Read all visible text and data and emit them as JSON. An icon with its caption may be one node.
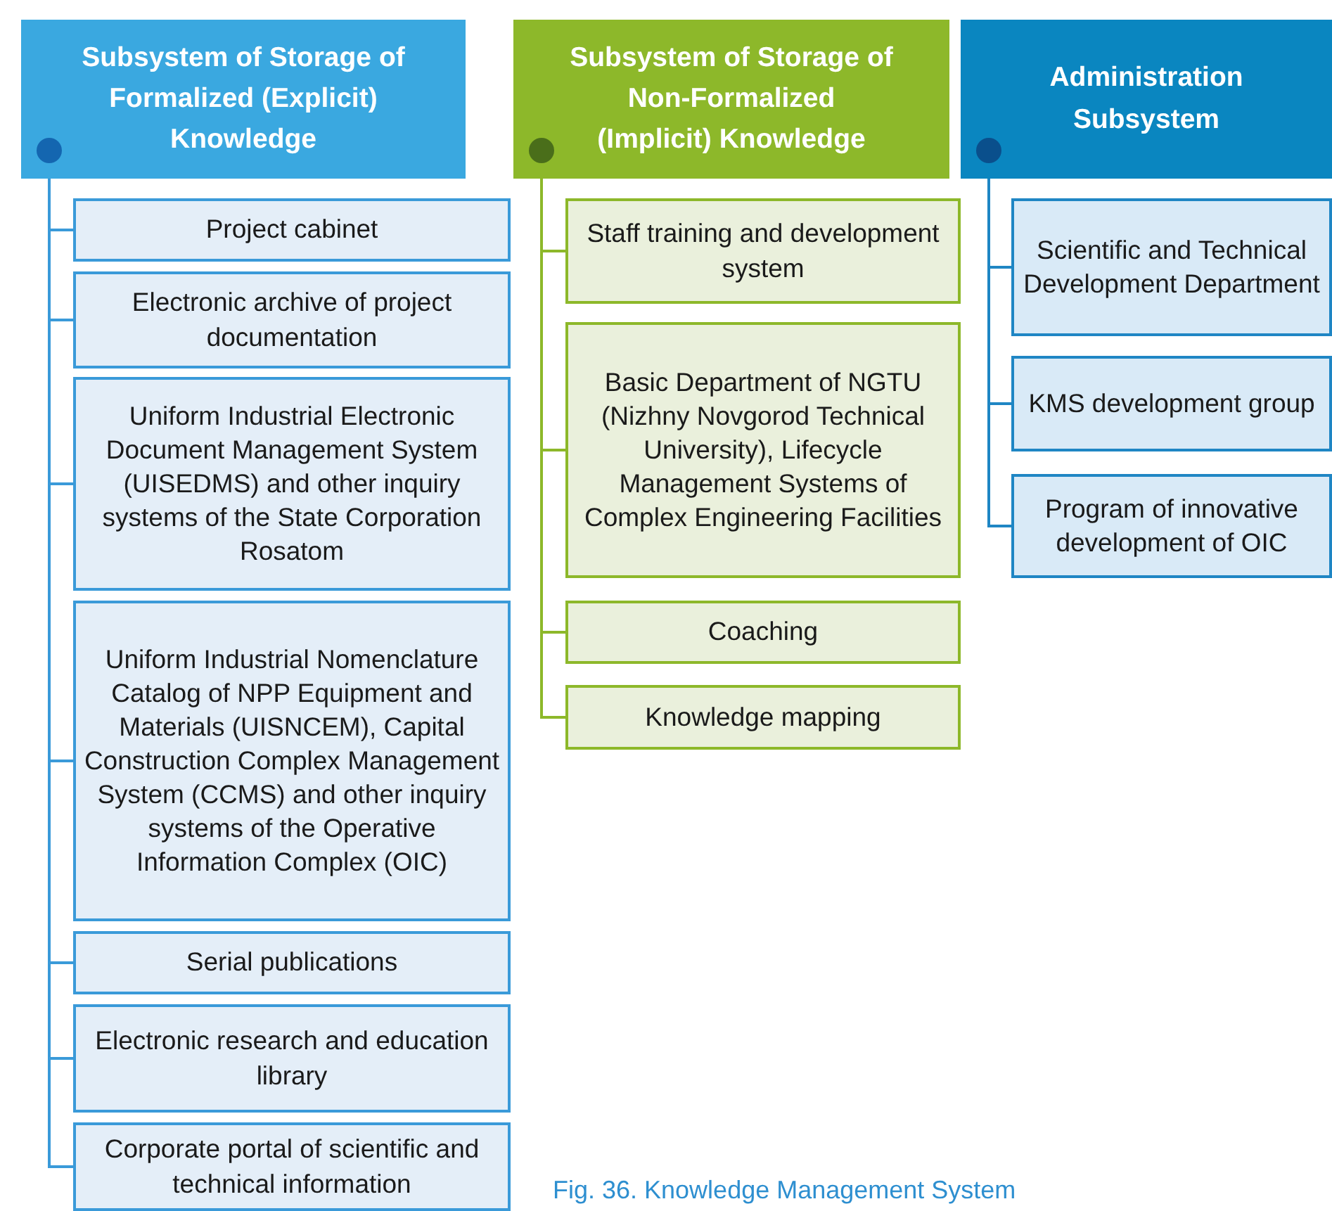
{
  "diagram": {
    "caption": "Fig. 36. Knowledge Management System",
    "nodes": [
      {
        "text": [
          "Subsystem of Storage of Formalized (Explicit) Knowledge"
        ]
      },
      {
        "text": [
          "Project cabinet"
        ]
      },
      {
        "text": [
          "Electronic archive of project documentation"
        ]
      },
      {
        "text": [
          "Uniform Industrial Electronic Document Management System (UISEDMS) and other inquiry systems of the State Corporation Rosatom"
        ]
      },
      {
        "text": [
          "Uniform Industrial Nomenclature Catalog of NPP Equipment and Materials (UISNCEM), Capital Construction Complex Management System (CCMS) and other inquiry systems of the Operative Information Complex (OIC)"
        ]
      },
      {
        "text": [
          "Serial publications"
        ]
      },
      {
        "text": [
          "Electronic research and education library"
        ]
      },
      {
        "text": [
          "Corporate portal of scientific and technical information"
        ]
      },
      {
        "text": [
          "Subsystem of Storage of Non-Formalized (Implicit) Knowledge"
        ]
      },
      {
        "text": [
          "Staff training and development system"
        ]
      },
      {
        "text": [
          "Basic Department of NGTU (Nizhny Novgorod Technical University), Lifecycle Management Systems of Complex Engineering Facilities"
        ]
      },
      {
        "text": [
          "Coaching"
        ]
      },
      {
        "text": [
          "Knowledge mapping"
        ]
      },
      {
        "text": [
          "Administration Subsystem"
        ]
      },
      {
        "text": [
          "Scientific and Technical Development Department"
        ]
      },
      {
        "text": [
          "KMS development group"
        ]
      },
      {
        "text": [
          "Program of innovative development of OIC"
        ]
      }
    ],
    "edges": [
      {
        "from": 0,
        "to": 1,
        "arrow": "none"
      },
      {
        "from": 0,
        "to": 2,
        "arrow": "none"
      },
      {
        "from": 0,
        "to": 3,
        "arrow": "none"
      },
      {
        "from": 0,
        "to": 4,
        "arrow": "none"
      },
      {
        "from": 0,
        "to": 5,
        "arrow": "none"
      },
      {
        "from": 0,
        "to": 6,
        "arrow": "none"
      },
      {
        "from": 0,
        "to": 7,
        "arrow": "none"
      },
      {
        "from": 8,
        "to": 9,
        "arrow": "none",
        "color": "#8db82a"
      },
      {
        "from": 8,
        "to": 10,
        "arrow": "none",
        "color": "#8db82a"
      },
      {
        "from": 8,
        "to": 11,
        "arrow": "none",
        "color": "#8db82a"
      },
      {
        "from": 8,
        "to": 12,
        "arrow": "none",
        "color": "#8db82a"
      },
      {
        "from": 13,
        "to": 14,
        "arrow": "none",
        "color": "#1f86c4"
      },
      {
        "from": 13,
        "to": 15,
        "arrow": "none",
        "color": "#1f86c4"
      },
      {
        "from": 13,
        "to": 16,
        "arrow": "none",
        "color": "#1f86c4"
      }
    ]
  }
}
